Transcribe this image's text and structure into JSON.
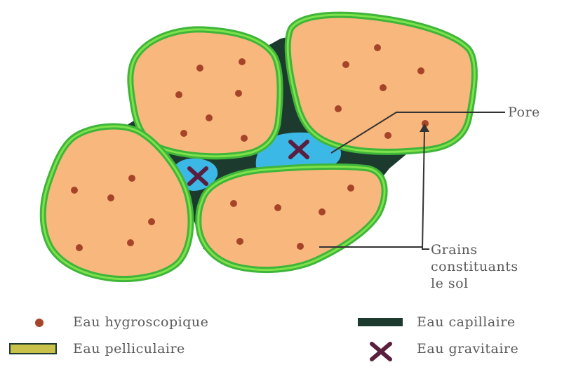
{
  "colors": {
    "grain_fill": "#f8b77c",
    "film_water": "#3fb53a",
    "film_highlight": "#7ee24a",
    "capillary_water": "#1d3a2e",
    "gravitational_water": "#3cb8e6",
    "hygroscopic_dot": "#a6442a",
    "gravitational_cross": "#5a1f3e",
    "callout_line": "#333333",
    "text": "#5a5a5a"
  },
  "callouts": {
    "pore": "Pore",
    "grains": [
      "Grains",
      "constituants",
      "le sol"
    ]
  },
  "legend": {
    "hygroscopic": {
      "label": "Eau hygroscopique",
      "icon": "brown-dot"
    },
    "capillary": {
      "label": "Eau capillaire",
      "icon": "dark-bar"
    },
    "film": {
      "label": "Eau pelliculaire",
      "icon": "yellow-green-bar"
    },
    "gravitational": {
      "label": "Eau gravitaire",
      "icon": "purple-cross"
    }
  }
}
